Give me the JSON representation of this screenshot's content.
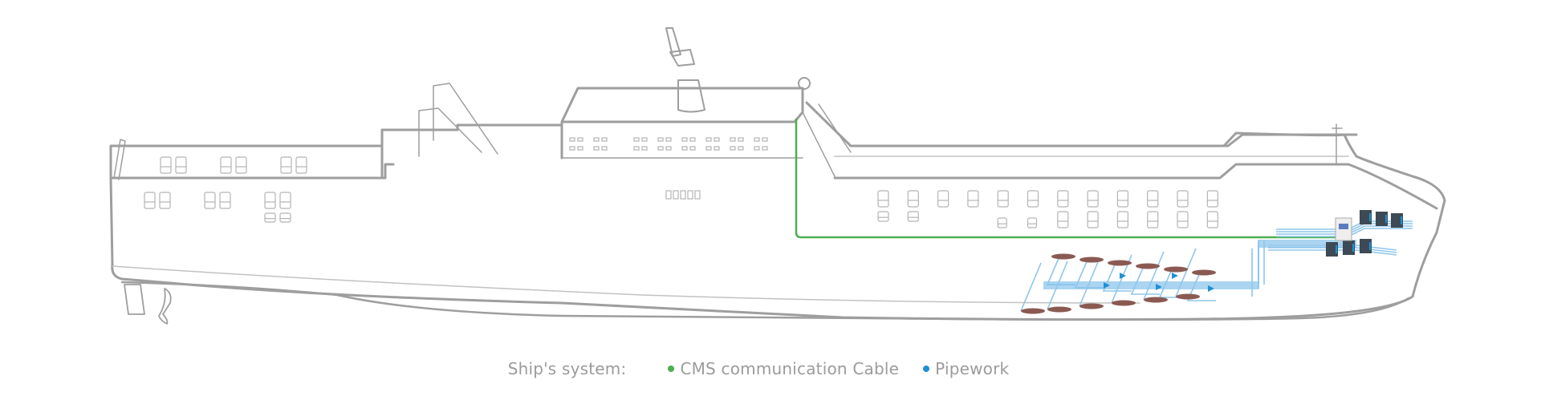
{
  "diagram": {
    "subject": "ship side profile",
    "systems": [
      {
        "id": "cms-cable",
        "label": "CMS communication Cable",
        "color": "#4caf50"
      },
      {
        "id": "pipework",
        "label": "Pipework",
        "color": "#1e90d6"
      }
    ],
    "components": {
      "control_cabinet": 1,
      "pump_units_upper": 3,
      "pump_units_lower": 3,
      "tank_sensors_upper_row": 6,
      "tank_sensors_lower_row": 6
    }
  },
  "legend": {
    "title": "Ship's system:",
    "items": [
      {
        "label": "CMS communication Cable",
        "color": "#4caf50"
      },
      {
        "label": "Pipework",
        "color": "#1e90d6"
      }
    ]
  },
  "colors": {
    "hull_outline": "#9e9e9e",
    "cable": "#4caf50",
    "pipe": "#8ec5ec",
    "pipe_arrow": "#1e90d6",
    "sensor": "#8a5a52",
    "pump": "#3d4a55"
  }
}
